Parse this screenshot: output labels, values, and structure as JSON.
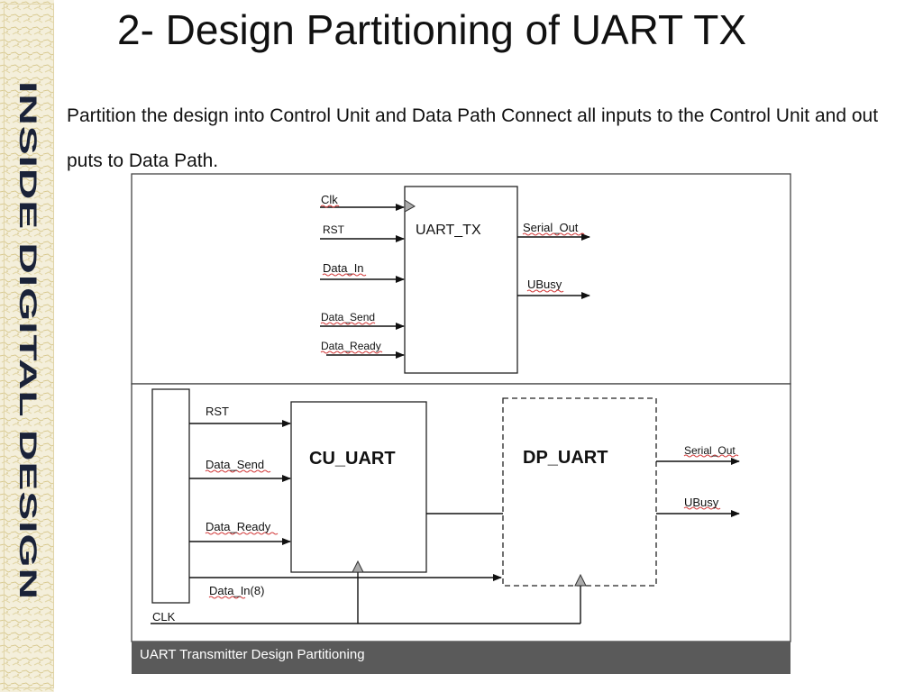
{
  "slide": {
    "title": "2- Design Partitioning of UART TX",
    "body": "Partition the design into Control Unit and Data Path Connect all inputs to the Control Unit and out puts to Data Path.",
    "sidebar_logo": "INSIDE DIGITAL DESIGN"
  },
  "diagram": {
    "top": {
      "block_label": "UART_TX",
      "inputs": [
        "Clk",
        "RST",
        "Data_In",
        "Data_Send",
        "Data_Ready"
      ],
      "outputs": [
        "Serial_Out",
        "UBusy"
      ]
    },
    "bottom": {
      "cu_label": "CU_UART",
      "dp_label": "DP_UART",
      "inputs": [
        "RST",
        "Data_Send",
        "Data_Ready"
      ],
      "data_in": "Data_In(8)",
      "clk": "CLK",
      "outputs": [
        "Serial_Out",
        "UBusy"
      ]
    },
    "caption": "UART Transmitter Design Partitioning"
  },
  "colors": {
    "sidebar_bg": "#f3eeda",
    "logo_text": "#1a2238",
    "caption_bar": "#5a5a5a",
    "squiggle": "#d23c3c"
  }
}
